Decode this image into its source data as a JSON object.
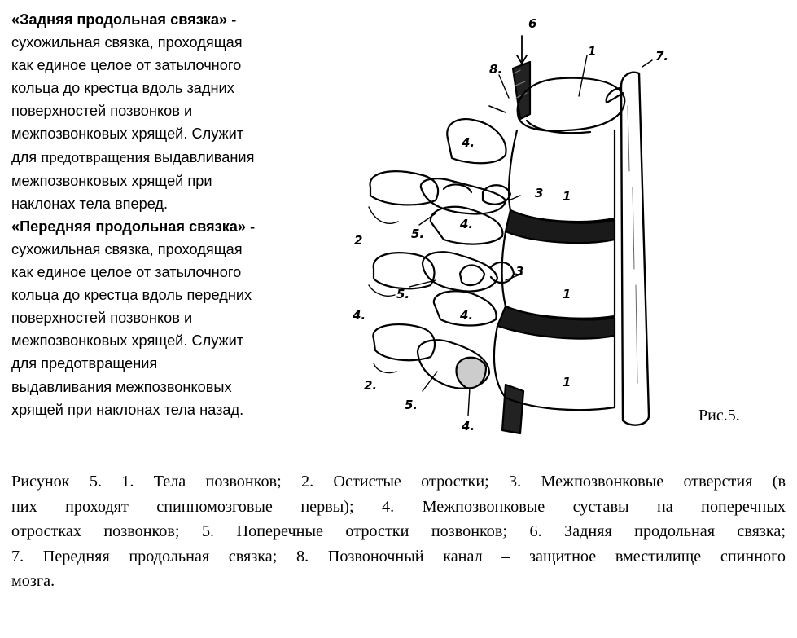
{
  "description": {
    "posterior": {
      "title": "«Задняя продольная связка»",
      "dash": " -",
      "lines": [
        "сухожильная связка, проходящая",
        "как единое целое от затылочного",
        "кольца до крестца вдоль задних",
        "поверхностей позвонков и",
        "межпозвонковых хрящей. Служит"
      ],
      "line_pre": "для ",
      "line_serif": "предотвращения",
      "line_post": " выдавливания",
      "lines2": [
        "межпозвонковых хрящей при",
        "наклонах тела вперед."
      ]
    },
    "anterior": {
      "title": "«Передняя продольная связка»",
      "dash": " -",
      "lines": [
        "сухожильная связка, проходящая",
        "как единое целое от затылочного",
        "кольца до крестца вдоль передних",
        "поверхностей позвонков и",
        "межпозвонковых хрящей. Служит",
        "для предотвращения",
        "выдавливания межпозвонковых",
        "хрящей при наклонах тела назад."
      ]
    }
  },
  "figure": {
    "label": "Рис.5.",
    "callouts": {
      "n1": "1",
      "n2": "2.",
      "n3": "3",
      "n4": "4.",
      "n5": "5.",
      "n6": "6",
      "n7": "7.",
      "n8": "8.",
      "n4s": "4.",
      "n2s": "2"
    }
  },
  "caption": {
    "lines": [
      "Рисунок 5. 1. Тела позвонков; 2. Остистые отростки; 3. Межпозвонковые отверстия (в",
      "них проходят спинномозговые нервы); 4. Межпозвонковые суставы на поперечных",
      "отростках позвонков; 5. Поперечные отростки позвонков; 6. Задняя продольная связка;",
      "7. Передняя продольная связка; 8. Позвоночный канал – защитное вместилище спинного",
      "мозга."
    ]
  }
}
